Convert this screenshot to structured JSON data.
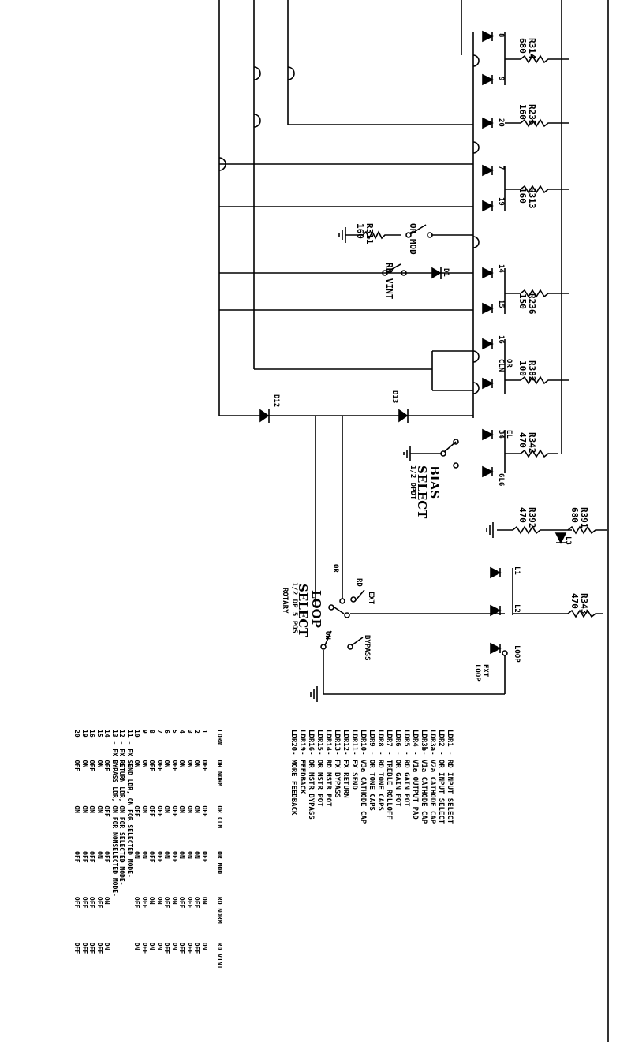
{
  "resistors": {
    "r314": {
      "name": "R314",
      "value": "680"
    },
    "r235": {
      "name": "R235",
      "value": "160"
    },
    "r313": {
      "name": "R313",
      "value": "160"
    },
    "r311": {
      "name": "R311",
      "value": "160"
    },
    "r236": {
      "name": "R236",
      "value": "150"
    },
    "r382": {
      "name": "R382",
      "value": "100"
    },
    "r342": {
      "name": "R342",
      "value": "470"
    },
    "r392": {
      "name": "R392",
      "value": "470"
    },
    "r391": {
      "name": "R391",
      "value": "680"
    },
    "r343": {
      "name": "R343",
      "value": "470"
    }
  },
  "led_numbers": {
    "l8": "8",
    "l9": "9",
    "l20": "20",
    "l7": "7",
    "l19": "19",
    "l14": "14",
    "l15": "15",
    "l16": "16",
    "l34": "34",
    "l6l6": "6L6",
    "l1": "L1",
    "l2": "L2",
    "l3": "L3",
    "el": "EL"
  },
  "switch_labels": {
    "or_mod": "OR MOD",
    "rd_vint": "RD VINT",
    "or_cln": "OR\nCLN",
    "d1": "D1",
    "d12": "D12",
    "d13": "D13"
  },
  "bias_select": {
    "title1": "BIAS",
    "title2": "SELECT",
    "sub": "1/2 DPDT"
  },
  "loop_select": {
    "title1": "LOOP",
    "title2": "SELECT",
    "sub1": "1/2 DP 5 POS",
    "sub2": "ROTARY",
    "positions": {
      "or": "OR",
      "rd": "RD",
      "ext": "EXT",
      "on": "ON",
      "bypass": "BYPASS"
    }
  },
  "loop_jack": {
    "ext_loop": "EXT\nLOOP",
    "loop": "LOOP"
  },
  "ldr_legend": [
    "LDR1 - RD INPUT SELECT",
    "LDR2 - OR INPUT SELECT",
    "LDR3a- V2a CATHODE CAP",
    "LDR3b- V1a CATHODE CAP",
    "LDR4 - V1a OUTPUT PAD",
    "LDR5 - RD GAIN POT",
    "LDR6 - OR GAIN POT",
    "LDR7 - TREBLE ROLLOFF",
    "LDR8 - RD TONE CAPS",
    "LDR9 - OR TONE CAPS",
    "LDR10- V3a CATHODE CAP",
    "LDR11- FX SEND",
    "LDR12- FX RETURN",
    "LDR13- FX BYPASS",
    "LDR14- RD MSTR POT",
    "LDR15- OR MSTR POT",
    "LDR16- OR MSTR BYPASS",
    "LDR19- FEEDBACK",
    "LDR20- MORE FEEDBACK"
  ],
  "truth_table": {
    "headers": [
      "LDR#",
      "OR NORM",
      "OR CLN",
      "OR MOD",
      "RD NORM",
      "RD VINT"
    ],
    "rows": [
      [
        "1",
        "OFF",
        "OFF",
        "OFF",
        "ON",
        "ON"
      ],
      [
        "2",
        "ON",
        "ON",
        "ON",
        "OFF",
        "OFF"
      ],
      [
        "3",
        "ON",
        "ON",
        "ON",
        "OFF",
        "OFF"
      ],
      [
        "4",
        "ON",
        "ON",
        "ON",
        "OFF",
        "OFF"
      ],
      [
        "5",
        "OFF",
        "OFF",
        "OFF",
        "ON",
        "ON"
      ],
      [
        "6",
        "ON",
        "ON",
        "ON",
        "OFF",
        "OFF"
      ],
      [
        "7",
        "OFF",
        "OFF",
        "OFF",
        "ON",
        "ON"
      ],
      [
        "8",
        "OFF",
        "OFF",
        "OFF",
        "ON",
        "ON"
      ],
      [
        "9",
        "ON",
        "ON",
        "ON",
        "OFF",
        "OFF"
      ],
      [
        "10",
        "ON",
        "OFF",
        "ON",
        "OFF",
        "ON"
      ]
    ],
    "notes": [
      "11 - FX SEND LDR, ON FOR SELECTED MODE-",
      "12 - FX RETURN LDR, ON FOR SELECTED MODE-",
      "13 - FX BYPASS LDR, ON FOR NONSELECTED MODE-"
    ],
    "rows2": [
      [
        "14",
        "OFF",
        "OFF",
        "OFF",
        "ON",
        "ON"
      ],
      [
        "15",
        "ON",
        "ON",
        "ON",
        "OFF",
        "OFF"
      ],
      [
        "16",
        "OFF",
        "ON",
        "OFF",
        "OFF",
        "OFF"
      ],
      [
        "19",
        "ON",
        "ON",
        "OFF",
        "OFF",
        "OFF"
      ],
      [
        "20",
        "OFF",
        "ON",
        "OFF",
        "OFF",
        "OFF"
      ]
    ]
  },
  "colors": {
    "ink": "#000000",
    "paper": "#ffffff"
  }
}
